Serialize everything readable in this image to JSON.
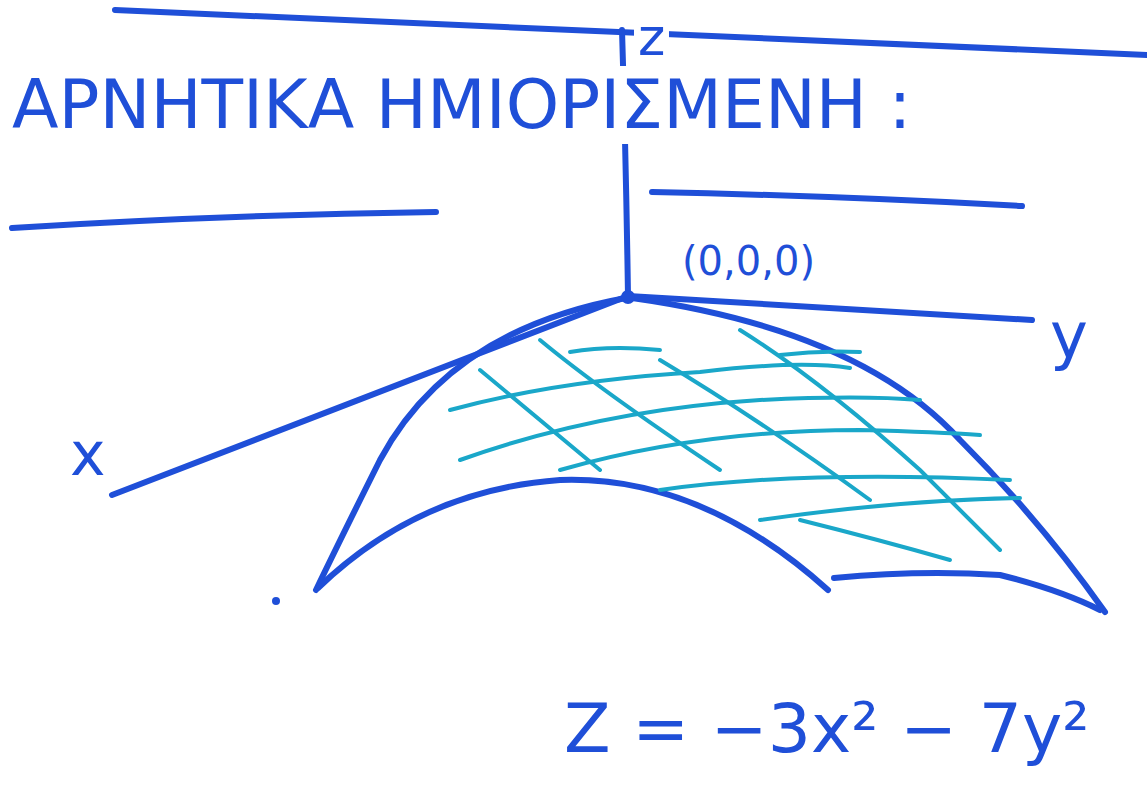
{
  "diagram": {
    "title": "ΑΡΝΗΤΙΚΑ ΗΜΙΟΡΙΣΜΕΝΗ :",
    "labels": [
      "z",
      "(0,0,0)",
      "x",
      "y",
      "Z = −3x² − 7y²"
    ]
  }
}
